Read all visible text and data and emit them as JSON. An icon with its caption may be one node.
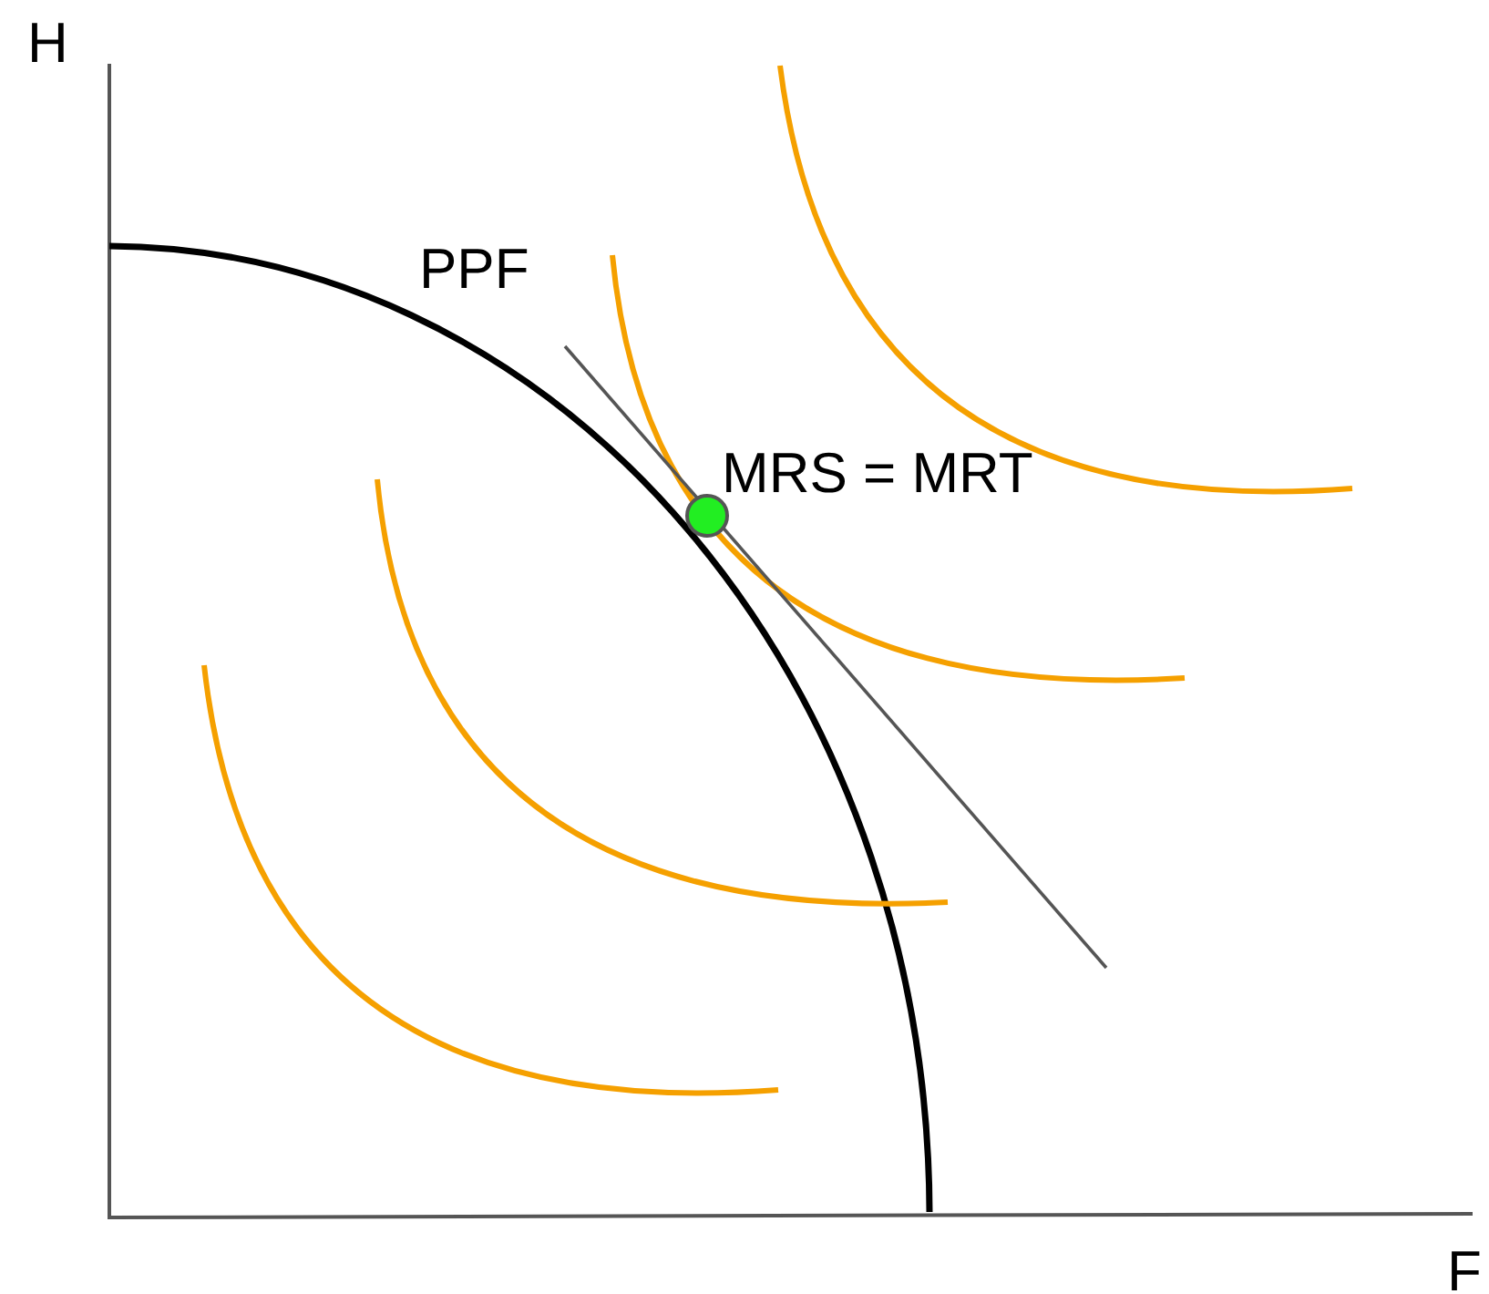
{
  "diagram": {
    "labels": [
      "H",
      "PPF",
      "MRS = MRT",
      "F"
    ]
  }
}
